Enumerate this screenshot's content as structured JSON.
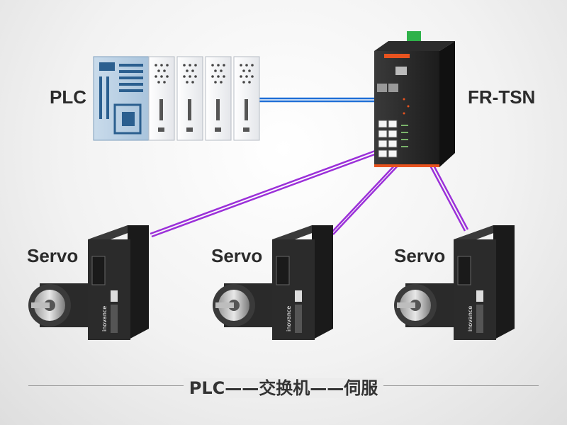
{
  "labels": {
    "plc": "PLC",
    "switch": "FR-TSN",
    "servo_1": "Servo",
    "servo_2": "Servo",
    "servo_3": "Servo"
  },
  "caption": "PLC——交换机——伺服",
  "devices": {
    "servo_brand": "inovance"
  },
  "colors": {
    "plc_link": "#1f6fd6",
    "servo_link": "#9b30d9",
    "switch_accent": "#e8531f",
    "connector_green": "#2fb24a"
  }
}
